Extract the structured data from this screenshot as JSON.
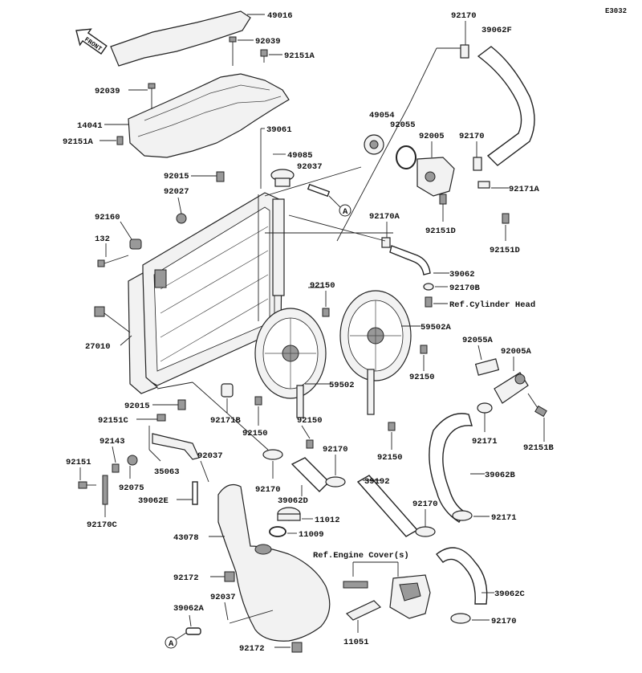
{
  "diagram_code": "E3032",
  "front_label": "FRONT",
  "circle_marker": "A",
  "refs": {
    "cylinder_head": "Ref.Cylinder Head",
    "engine_cover": "Ref.Engine Cover(s)"
  },
  "labels": {
    "p49016": "49016",
    "p92039a": "92039",
    "p92151a": "92151A",
    "p92039b": "92039",
    "p14041": "14041",
    "p92151a2": "92151A",
    "p39061": "39061",
    "p49085": "49085",
    "p92015a": "92015",
    "p92027": "92027",
    "p92037a": "92037",
    "p92160": "92160",
    "p132": "132",
    "p27010": "27010",
    "p92015b": "92015",
    "p92150a": "92150",
    "p59502": "59502",
    "p59502a": "59502A",
    "p92150b": "92150",
    "p92171b": "92171B",
    "p92150c": "92150",
    "p92150d": "92150",
    "p92150e": "92150",
    "p92170a_top": "92170",
    "p39062f": "39062F",
    "p49054": "49054",
    "p92055": "92055",
    "p92005": "92005",
    "p92170b_top": "92170",
    "p92171a": "92171A",
    "p92170a": "92170A",
    "p92151d1": "92151D",
    "p92151d2": "92151D",
    "p39062": "39062",
    "p92170b": "92170B",
    "p92055a": "92055A",
    "p92005a": "92005A",
    "p92171": "92171",
    "p92151b": "92151B",
    "p39062b": "39062B",
    "p92171_2": "92171",
    "p92151c": "92151C",
    "p92143": "92143",
    "p92151": "92151",
    "p35063": "35063",
    "p92037b": "92037",
    "p92075": "92075",
    "p39062e": "39062E",
    "p92170c": "92170C",
    "p92170_c1": "92170",
    "p39062d": "39062D",
    "p92170_c2": "92170",
    "p39192": "39192",
    "p92170_c3": "92170",
    "p11012": "11012",
    "p11009": "11009",
    "p43078": "43078",
    "p92172a": "92172",
    "p92037c": "92037",
    "p39062a": "39062A",
    "p92172b": "92172",
    "p11051": "11051",
    "p39062c": "39062C",
    "p92170_d": "92170"
  }
}
